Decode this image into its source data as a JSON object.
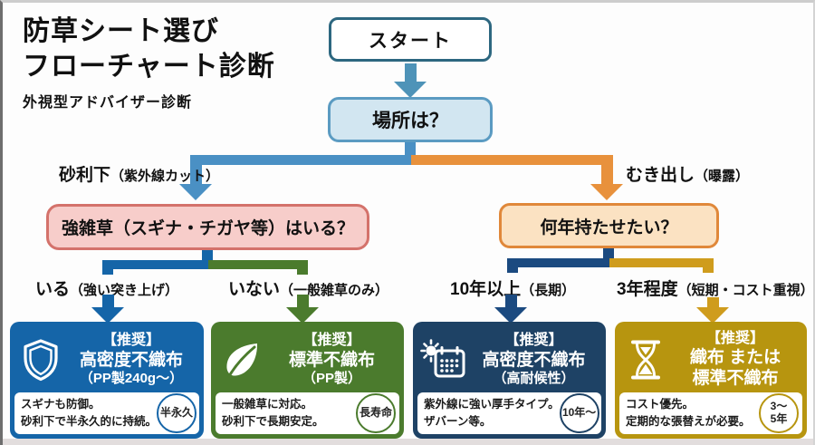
{
  "title": {
    "line1": "防草シート選び",
    "line2": "フローチャート診断",
    "subtitle": "外視型アドバイザー診断"
  },
  "flow": {
    "start_label": "スタート",
    "location_question": "場所は？",
    "gravel_branch": {
      "main": "砂利下",
      "note": "（紫外線カット）"
    },
    "exposed_branch": {
      "main": "むき出し",
      "note": "（曝露）"
    },
    "weeds_question": "強雑草（スギナ・チガヤ等）はいる？",
    "years_question": "何年持たせたい？",
    "weeds_yes": {
      "main": "いる",
      "note": "（強い突き上げ）"
    },
    "weeds_no": {
      "main": "いない",
      "note": "（一般雑草のみ）"
    },
    "years_long": {
      "main": "10年以上",
      "note": "（長期）"
    },
    "years_short": {
      "main": "3年程度",
      "note": "（短期・コスト重視）"
    }
  },
  "cards": [
    {
      "tag": "【推奨】",
      "name_line1": "高密度不織布",
      "name_line2": "（PP製240g〜）",
      "icon": "shield-icon",
      "desc_line1": "スギナも防御。",
      "desc_line2": "砂利下で半永久的に持続。",
      "badge": "半永久",
      "theme_color": "#1565a8"
    },
    {
      "tag": "【推奨】",
      "name_line1": "標準不織布",
      "name_line2": "（PP製）",
      "icon": "leaf-icon",
      "desc_line1": "一般雑草に対応。",
      "desc_line2": "砂利下で長期安定。",
      "badge": "長寿命",
      "theme_color": "#4b7b2d"
    },
    {
      "tag": "【推奨】",
      "name_line1": "高密度不織布",
      "name_line2": "（高耐候性）",
      "icon": "sun-calendar-icon",
      "desc_line1": "紫外線に強い厚手タイプ。",
      "desc_line2": "ザバーン等。",
      "badge": "10年〜",
      "theme_color": "#1e4265"
    },
    {
      "tag": "【推奨】",
      "name_line1": "織布 または",
      "name_line2": "標準不織布",
      "icon": "hourglass-icon",
      "desc_line1": "コスト優先。",
      "desc_line2": "定期的な張替えが必要。",
      "badge_top": "3〜",
      "badge_bottom": "5年",
      "theme_color": "#b7950f"
    }
  ],
  "colors": {
    "flow_blue": "#4a90c4",
    "flow_orange": "#e8913c",
    "steel_arrow": "#4e93b8",
    "strong_blue": "#1565a8",
    "green": "#4b7b2d",
    "navy": "#1b4a80",
    "gold": "#cf9c1d",
    "pink_box_bg": "#f7cdca",
    "pink_box_border": "#d4726b",
    "orange_box_bg": "#fbe2c2",
    "orange_box_border": "#e0883a",
    "location_box_bg": "#d2e6f1",
    "location_box_border": "#5b9bc2",
    "start_box_border": "#2d6780"
  }
}
